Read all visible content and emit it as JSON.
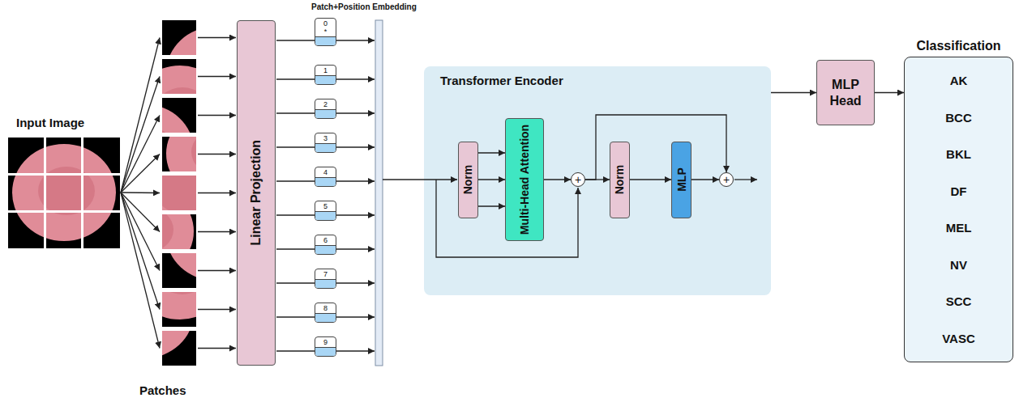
{
  "diagram": {
    "nodes": [
      {
        "text": [
          "Linear Projection"
        ]
      },
      {
        "text": [
          "0",
          "*"
        ]
      },
      {
        "text": [
          "1"
        ]
      },
      {
        "text": [
          "2"
        ]
      },
      {
        "text": [
          "3"
        ]
      },
      {
        "text": [
          "4"
        ]
      },
      {
        "text": [
          "5"
        ]
      },
      {
        "text": [
          "6"
        ]
      },
      {
        "text": [
          "7"
        ]
      },
      {
        "text": [
          "8"
        ]
      },
      {
        "text": [
          "9"
        ]
      },
      {
        "text": [
          "Transformer Encoder"
        ]
      },
      {
        "text": [
          "Norm"
        ],
        "in": 11
      },
      {
        "text": [
          "Multi-Head Attention"
        ],
        "in": 11
      },
      {
        "text": [
          "+"
        ],
        "in": 11
      },
      {
        "text": [
          "Norm"
        ],
        "in": 11
      },
      {
        "text": [
          "MLP"
        ],
        "in": 11
      },
      {
        "text": [
          "+"
        ],
        "in": 11
      },
      {
        "text": [
          "MLP Head"
        ]
      },
      {
        "text": [
          "Classification",
          "AK",
          "BCC",
          "BKL",
          "DF",
          "MEL",
          "NV",
          "SCC",
          "VASC"
        ]
      }
    ],
    "edges": [
      {
        "from": 12,
        "to": 13,
        "arrow": "to"
      },
      {
        "from": 12,
        "to": 13,
        "arrow": "to"
      },
      {
        "from": 12,
        "to": 13,
        "arrow": "to"
      },
      {
        "from": 13,
        "to": 14,
        "arrow": "to"
      },
      {
        "from": 14,
        "to": 15,
        "arrow": "to"
      },
      {
        "from": 14,
        "to": 17,
        "arrow": "to"
      },
      {
        "from": 15,
        "to": 16,
        "arrow": "to"
      },
      {
        "from": 16,
        "to": 17,
        "arrow": "to"
      },
      {
        "from": 11,
        "to": 18,
        "arrow": "to"
      },
      {
        "from": 18,
        "to": 19,
        "arrow": "to"
      }
    ],
    "labels": [
      "Patch+Position Embedding",
      "Input Image",
      "Patches"
    ]
  }
}
